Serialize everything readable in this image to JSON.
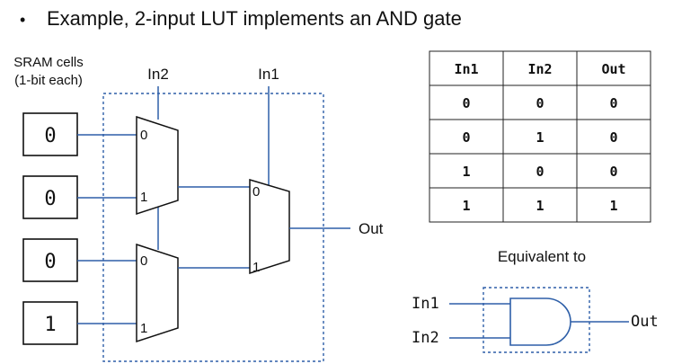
{
  "bullet": "•",
  "title": "Example, 2-input LUT implements an AND gate",
  "sram_label_line1": "SRAM cells",
  "sram_label_line2": "(1-bit each)",
  "sram_cells": [
    "0",
    "0",
    "0",
    "1"
  ],
  "mux_inputs": {
    "top_mux": [
      "0",
      "1"
    ],
    "bottom_mux": [
      "0",
      "1"
    ],
    "final_mux": [
      "0",
      "1"
    ]
  },
  "labels": {
    "in2": "In2",
    "in1": "In1",
    "out": "Out",
    "equivalent": "Equivalent to"
  },
  "truth_table": {
    "headers": [
      "In1",
      "In2",
      "Out"
    ],
    "rows": [
      [
        "0",
        "0",
        "0"
      ],
      [
        "0",
        "1",
        "0"
      ],
      [
        "1",
        "0",
        "0"
      ],
      [
        "1",
        "1",
        "1"
      ]
    ]
  },
  "gate": {
    "type": "AND",
    "input_a": "In1",
    "input_b": "In2",
    "output": "Out"
  },
  "colors": {
    "wire": "#2e5fa8",
    "outline": "#111111"
  }
}
